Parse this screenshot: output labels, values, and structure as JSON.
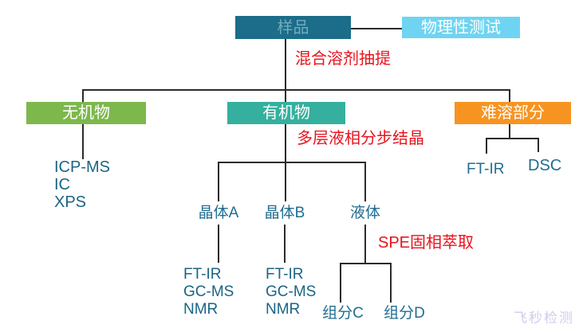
{
  "palette": {
    "sample_box_bg": "#1b6d89",
    "sample_box_text": "#74aabf",
    "physical_box_bg": "#6fd4f1",
    "inorganic_box_bg": "#7db84c",
    "organic_box_bg": "#35b09e",
    "insoluble_box_bg": "#f79421",
    "box_text": "#ffffff",
    "leaf_label_text": "#216d91",
    "method_text": "#1a6483",
    "process_label_text": "#e8131c",
    "connector_line": "#2b2b2b",
    "watermark_text": "#d3cbee"
  },
  "boxes": {
    "sample": "样品",
    "physical_test": "物理性测试",
    "inorganic": "无机物",
    "organic": "有机物",
    "insoluble": "难溶部分"
  },
  "process_labels": {
    "extraction": "混合溶剂抽提",
    "crystallization": "多层液相分步结晶",
    "spe": "SPE固相萃取"
  },
  "labels": {
    "crystal_a": "晶体A",
    "crystal_b": "晶体B",
    "liquid": "液体",
    "fraction_c": "组分C",
    "fraction_d": "组分D"
  },
  "methods": {
    "inorganic": [
      "ICP-MS",
      "IC",
      "XPS"
    ],
    "crystal_a": [
      "FT-IR",
      "GC-MS",
      "NMR"
    ],
    "crystal_b": [
      "FT-IR",
      "GC-MS",
      "NMR"
    ],
    "insoluble": [
      "FT-IR",
      "DSC"
    ]
  },
  "watermark": "飞秒检测"
}
